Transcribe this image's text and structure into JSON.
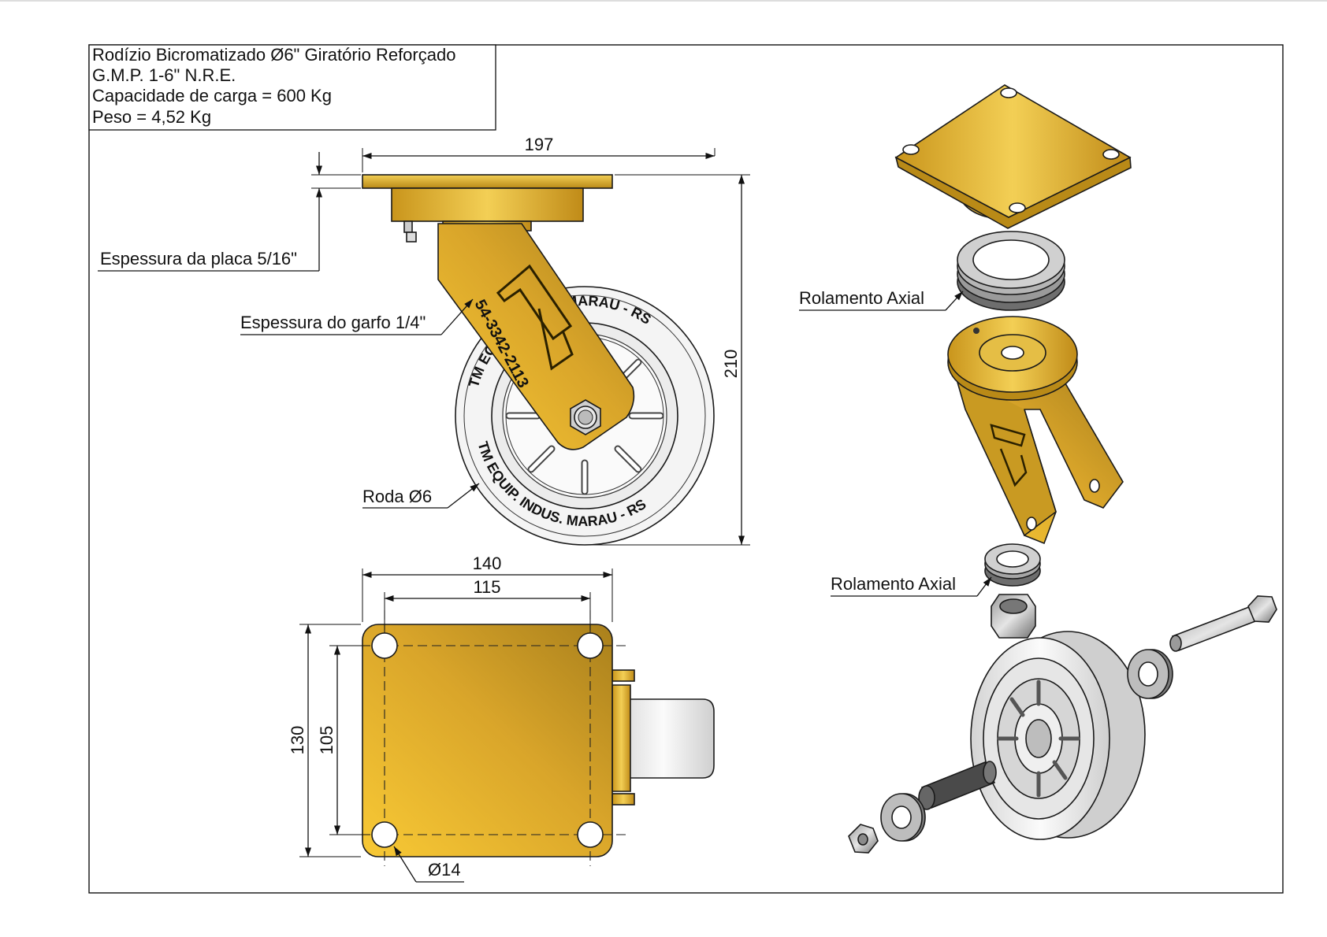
{
  "title_block": {
    "line1": "Rodízio Bicromatizado Ø6\" Giratório Reforçado",
    "line2": "G.M.P. 1-6\" N.R.E.",
    "line3": "Capacidade de carga = 600 Kg",
    "line4": "Peso = 4,52 Kg"
  },
  "dimensions": {
    "plate_width": "197",
    "height": "210",
    "plate_140": "140",
    "holes_115": "115",
    "plate_130": "130",
    "holes_105": "105",
    "hole_dia": "Ø14"
  },
  "labels": {
    "plate_thickness": "Espessura da placa 5/16\"",
    "fork_thickness": "Espessura do garfo 1/4\"",
    "wheel": "Roda Ø6",
    "axial_bearing_top": "Rolamento Axial",
    "axial_bearing_bottom": "Rolamento Axial"
  },
  "markings": {
    "fork_logo": "TM",
    "fork_phone": "54-3342-2113",
    "wheel_text_1": "TM EQUIP. INDUS. MARAU - RS",
    "wheel_text_2": "TM EQUIP. INDUS. MARAU - RS"
  },
  "colors": {
    "gold": "#e9b62f",
    "gold_dark": "#b98a17",
    "gold_light": "#f5d46a",
    "wheel": "#f1f1f1",
    "line": "#111111"
  }
}
